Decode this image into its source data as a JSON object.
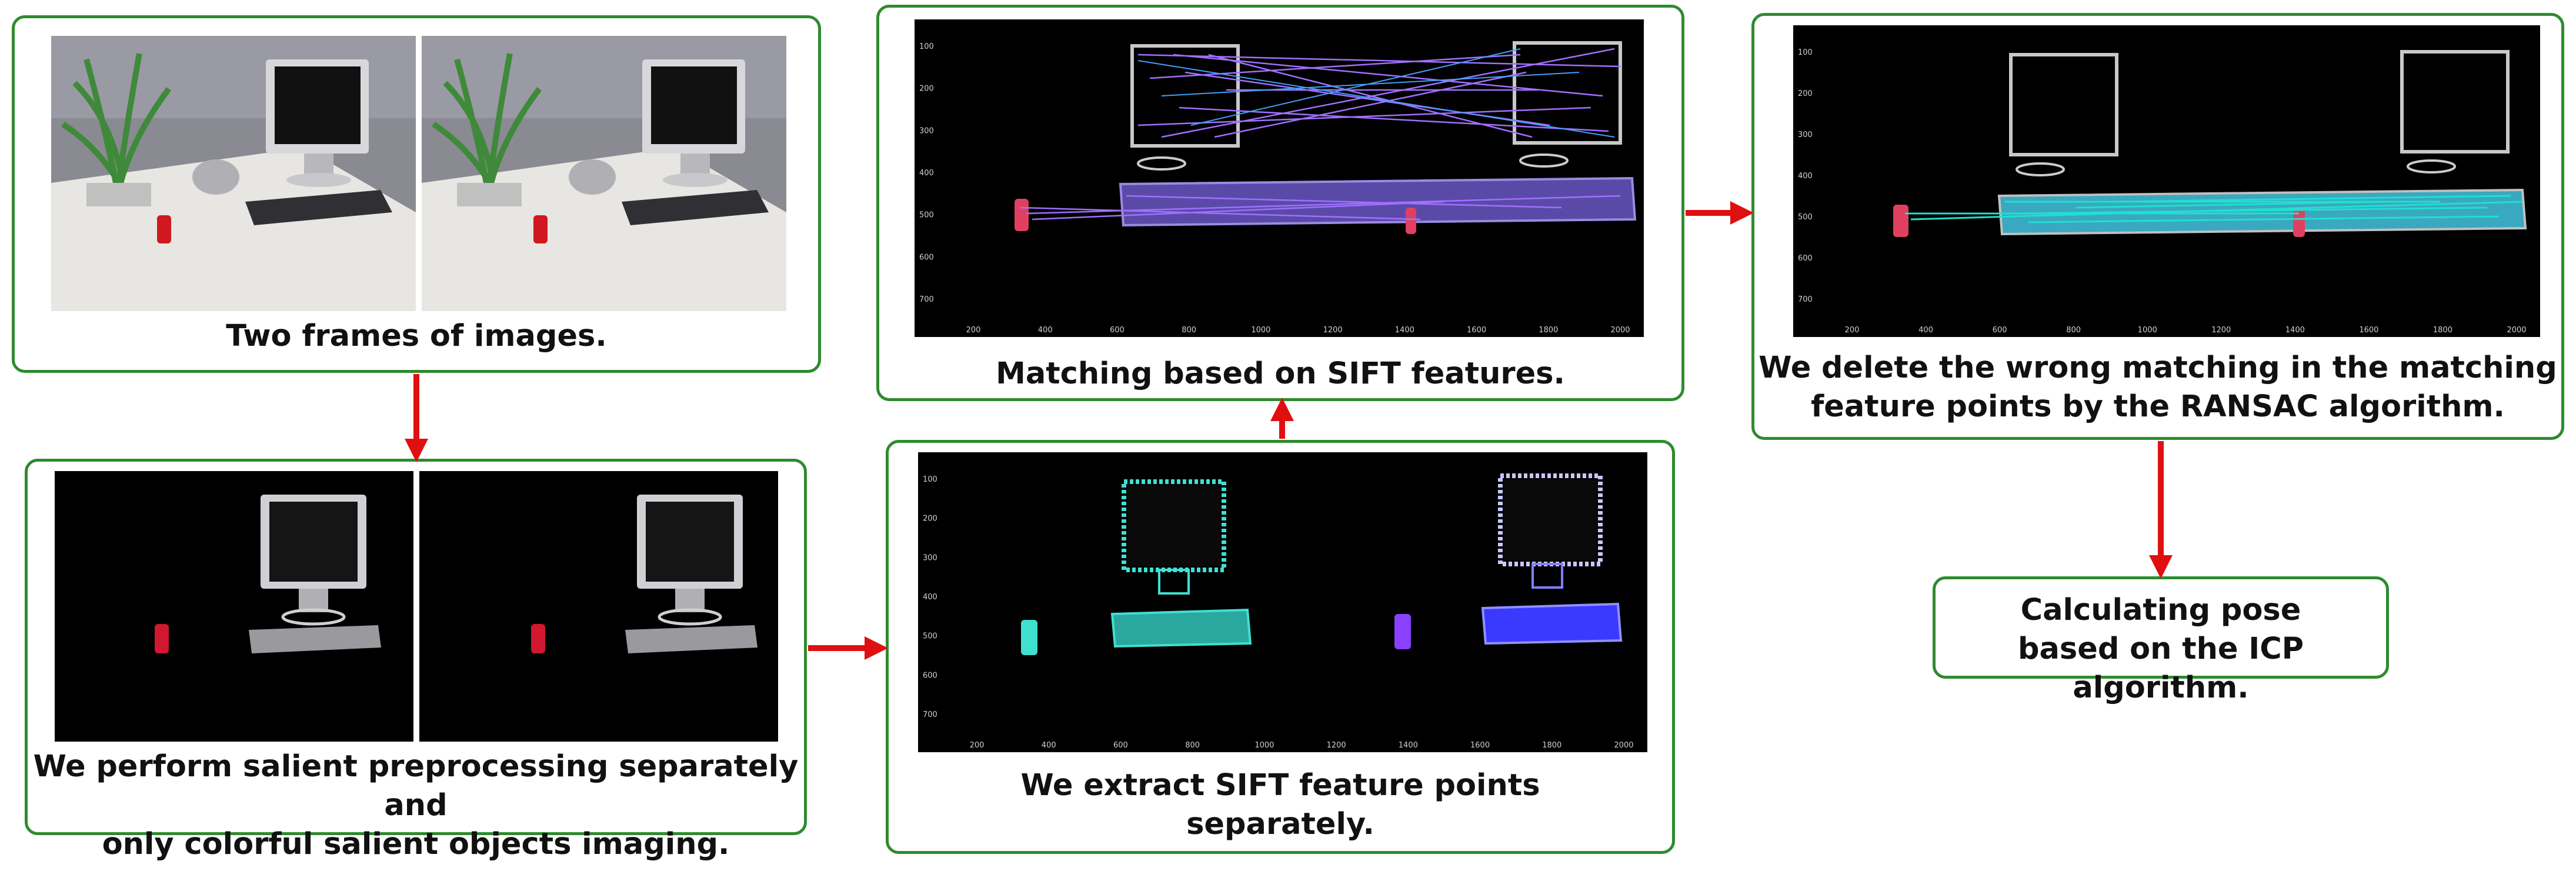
{
  "steps": {
    "frames": {
      "caption": "Two frames of images."
    },
    "salient": {
      "caption": "We perform salient preprocessing separately and\nonly colorful salient objects imaging."
    },
    "extract": {
      "caption": "We extract SIFT feature points\nseparately."
    },
    "match": {
      "caption": "Matching based on SIFT features."
    },
    "ransac": {
      "caption": "We delete the wrong matching in the matching\nfeature points by the RANSAC algorithm."
    },
    "icp": {
      "caption": "Calculating pose\nbased on the ICP algorithm."
    }
  },
  "plot_ticks": {
    "x": [
      "200",
      "400",
      "600",
      "800",
      "1000",
      "1200",
      "1400",
      "1600",
      "1800",
      "2000"
    ],
    "y": [
      "100",
      "200",
      "300",
      "400",
      "500",
      "600",
      "700"
    ]
  },
  "colors": {
    "border": "#2e8b2e",
    "arrow": "#e01010",
    "feature_cyan": "#40e0d0",
    "feature_blue": "#3a3aff",
    "match_purple": "#a070ff",
    "inlier_cyan": "#20e0d0"
  }
}
